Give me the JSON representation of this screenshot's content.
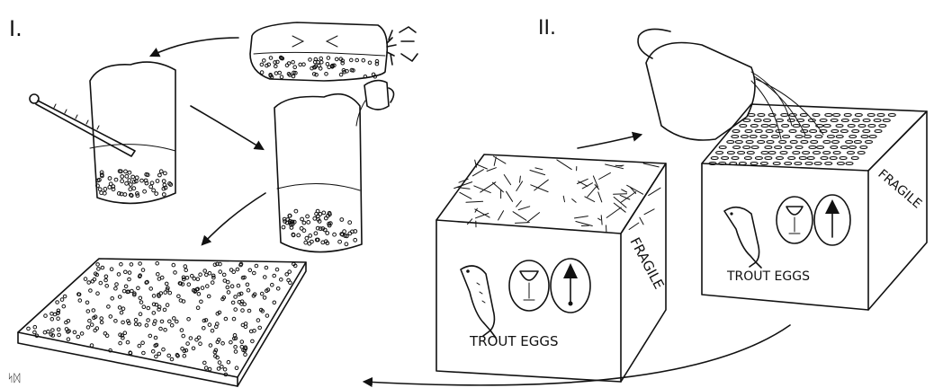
{
  "panels": [
    {
      "id": "panel-1",
      "label": "I."
    },
    {
      "id": "panel-2",
      "label": "II."
    }
  ],
  "boxes": [
    {
      "front_text": "TROUT EGGS",
      "side_text": "FRAGILE"
    },
    {
      "front_text": "TROUT EGGS",
      "side_text": "FRAGILE"
    }
  ],
  "signature": "ᛋᛞ",
  "icons": [
    "fish-icon",
    "wine-glass-icon",
    "up-arrow-icon",
    "thermometer-icon",
    "pitcher-icon",
    "jug-icon",
    "egg-bag-icon"
  ]
}
